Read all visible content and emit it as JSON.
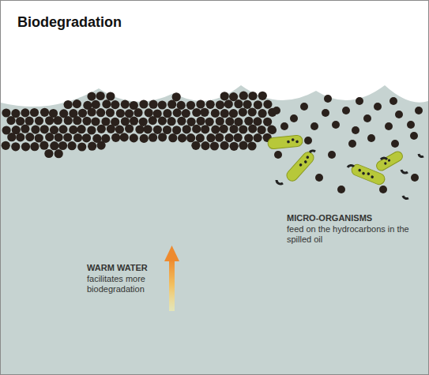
{
  "diagram": {
    "title": "Biodegradation",
    "labels": [
      "MICRO-ORGANISMS",
      "feed on the hydrocarbons in the spilled oil",
      "WARM WATER",
      "facilitates more biodegradation"
    ]
  }
}
